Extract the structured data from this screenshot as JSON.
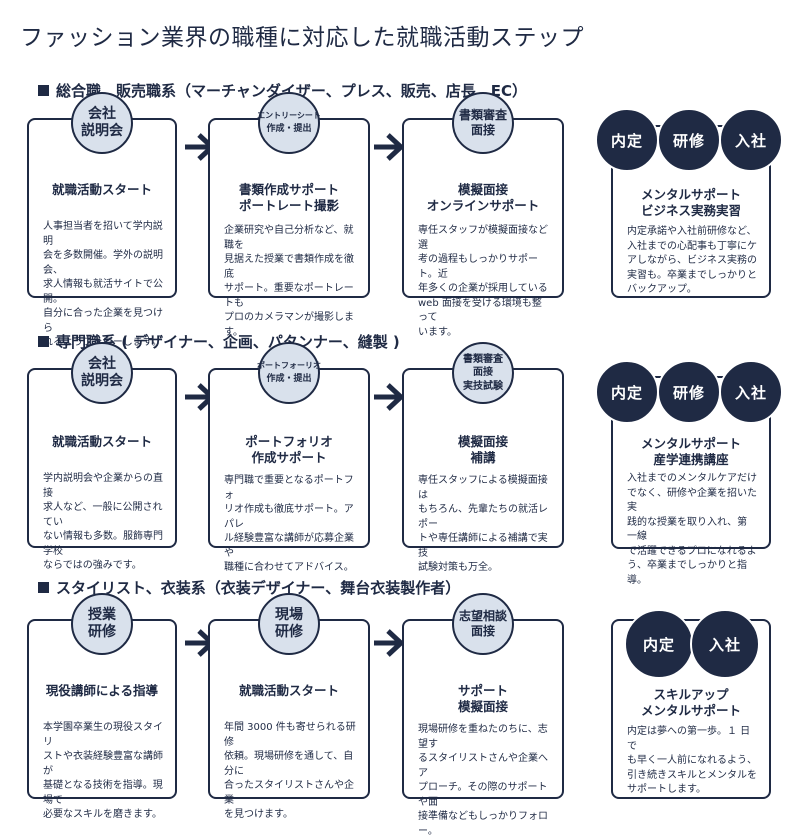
{
  "page": {
    "title": "ファッション業界の職種に対応した就職活動ステップ"
  },
  "sections": [
    {
      "heading": "総合職、販売職系（マーチャンダイザー、プレス、販売、店長、EC）",
      "cards": [
        {
          "badge": [
            "会社",
            "説明会"
          ],
          "subtitle": [
            "就職活動スタート"
          ],
          "body": "人事担当者を招いて学内説明\n会を多数開催。学外の説明会、\n求人情報も就活サイトで公開。\n自分に合った企業を見つけら\nれるようフォローします。"
        },
        {
          "badge": [
            "エントリーシート",
            "作成・提出"
          ],
          "subtitle": [
            "書類作成サポート",
            "ポートレート撮影"
          ],
          "body": "企業研究や自己分析など、就職を\n見据えた授業で書類作成を徹底\nサポート。重要なポートレートも\nプロのカメラマンが撮影します。"
        },
        {
          "badge": [
            "書類審査",
            "面接"
          ],
          "subtitle": [
            "模擬面接",
            "オンラインサポート"
          ],
          "body": "専任スタッフが模擬面接など選\n考の過程もしっかりサポート。近\n年多くの企業が採用している\nweb 面接を受ける環境も整って\nいます。"
        }
      ],
      "final": {
        "circles": [
          "内定",
          "研修",
          "入社"
        ],
        "subtitle": [
          "メンタルサポート",
          "ビジネス実務実習"
        ],
        "body": "内定承諾や入社前研修など、\n入社までの心配事も丁寧にケ\nアしながら、ビジネス実務の\n実習も。卒業までしっかりと\nバックアップ。"
      }
    },
    {
      "heading": "専門職系 ( デザイナー、企画、パタンナー、縫製 )",
      "cards": [
        {
          "badge": [
            "会社",
            "説明会"
          ],
          "subtitle": [
            "就職活動スタート"
          ],
          "body": "学内説明会や企業からの直接\n求人など、一般に公開されてい\nない情報も多数。服飾専門学校\nならではの強みです。"
        },
        {
          "badge": [
            "ポートフォーリオ",
            "作成・提出"
          ],
          "subtitle": [
            "ポートフォリオ",
            "作成サポート"
          ],
          "body": "専門職で重要となるポートフォ\nリオ作成も徹底サポート。アパレ\nル経験豊富な講師が応募企業や\n職種に合わせてアドバイス。"
        },
        {
          "badge": [
            "書類審査",
            "面接",
            "実技試験"
          ],
          "subtitle": [
            "模擬面接",
            "補講"
          ],
          "body": "専任スタッフによる模擬面接は\nもちろん、先輩たちの就活レポー\nトや専任講師による補講で実技\n試験対策も万全。"
        }
      ],
      "final": {
        "circles": [
          "内定",
          "研修",
          "入社"
        ],
        "subtitle": [
          "メンタルサポート",
          "産学連携講座"
        ],
        "body": "入社までのメンタルケアだけ\nでなく、研修や企業を招いた実\n践的な授業を取り入れ、第一線\nで活躍できるプロになれるよ\nう、卒業までしっかりと指導。"
      }
    },
    {
      "heading": "スタイリスト、衣装系（衣装デザイナー、舞台衣装製作者）",
      "cards": [
        {
          "badge": [
            "授業",
            "研修"
          ],
          "subtitle": [
            "現役講師による指導"
          ],
          "body": "本学園卒業生の現役スタイリ\nストや衣装経験豊富な講師が\n基礎となる技術を指導。現場で\n必要なスキルを磨きます。"
        },
        {
          "badge": [
            "現場",
            "研修"
          ],
          "subtitle": [
            "就職活動スタート"
          ],
          "body": "年間 3000 件も寄せられる研修\n依頼。現場研修を通して、自分に\n合ったスタイリストさんや企業\nを見つけます。"
        },
        {
          "badge": [
            "志望相談",
            "面接"
          ],
          "subtitle": [
            "サポート",
            "模擬面接"
          ],
          "body": "現場研修を重ねたのちに、志望す\nるスタイリストさんや企業へア\nプローチ。その際のサポートや面\n接準備などもしっかりフォロー。"
        }
      ],
      "final": {
        "circles": [
          "内定",
          "入社"
        ],
        "subtitle": [
          "スキルアップ",
          "メンタルサポート"
        ],
        "body": "内定は夢への第一歩。１ 日で\nも早く一人前になれるよう、\n引き続きスキルとメンタルを\nサポートします。"
      }
    }
  ]
}
